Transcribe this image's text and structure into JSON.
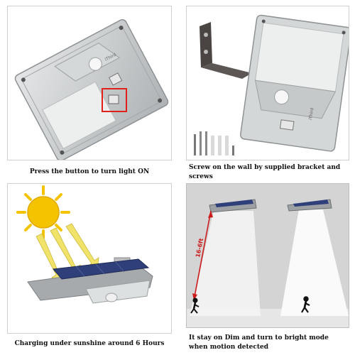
{
  "panels": [
    {
      "caption": "Press the button to turn light ON",
      "brand": "iThird"
    },
    {
      "caption": "Screw on the wall by supplied bracket and screws",
      "brand": "iThird"
    },
    {
      "caption": "Charging under sunshine around 6 Hours"
    },
    {
      "caption": "It stay on Dim and turn to bright mode when motion detected",
      "height_label": "16-6ft"
    }
  ],
  "colors": {
    "housing": "#c9ccce",
    "housing_dark": "#8e9294",
    "lens": "#ecefee",
    "highlight_box": "#e0201b",
    "sun": "#f5c400",
    "arrow": "#f1e36a",
    "room": "#d4d4d4",
    "beam": "#f4f4f4",
    "bracket": "#4a4543",
    "solar_panel": "#2e3f7a",
    "dimension": "#cc1a1a"
  }
}
